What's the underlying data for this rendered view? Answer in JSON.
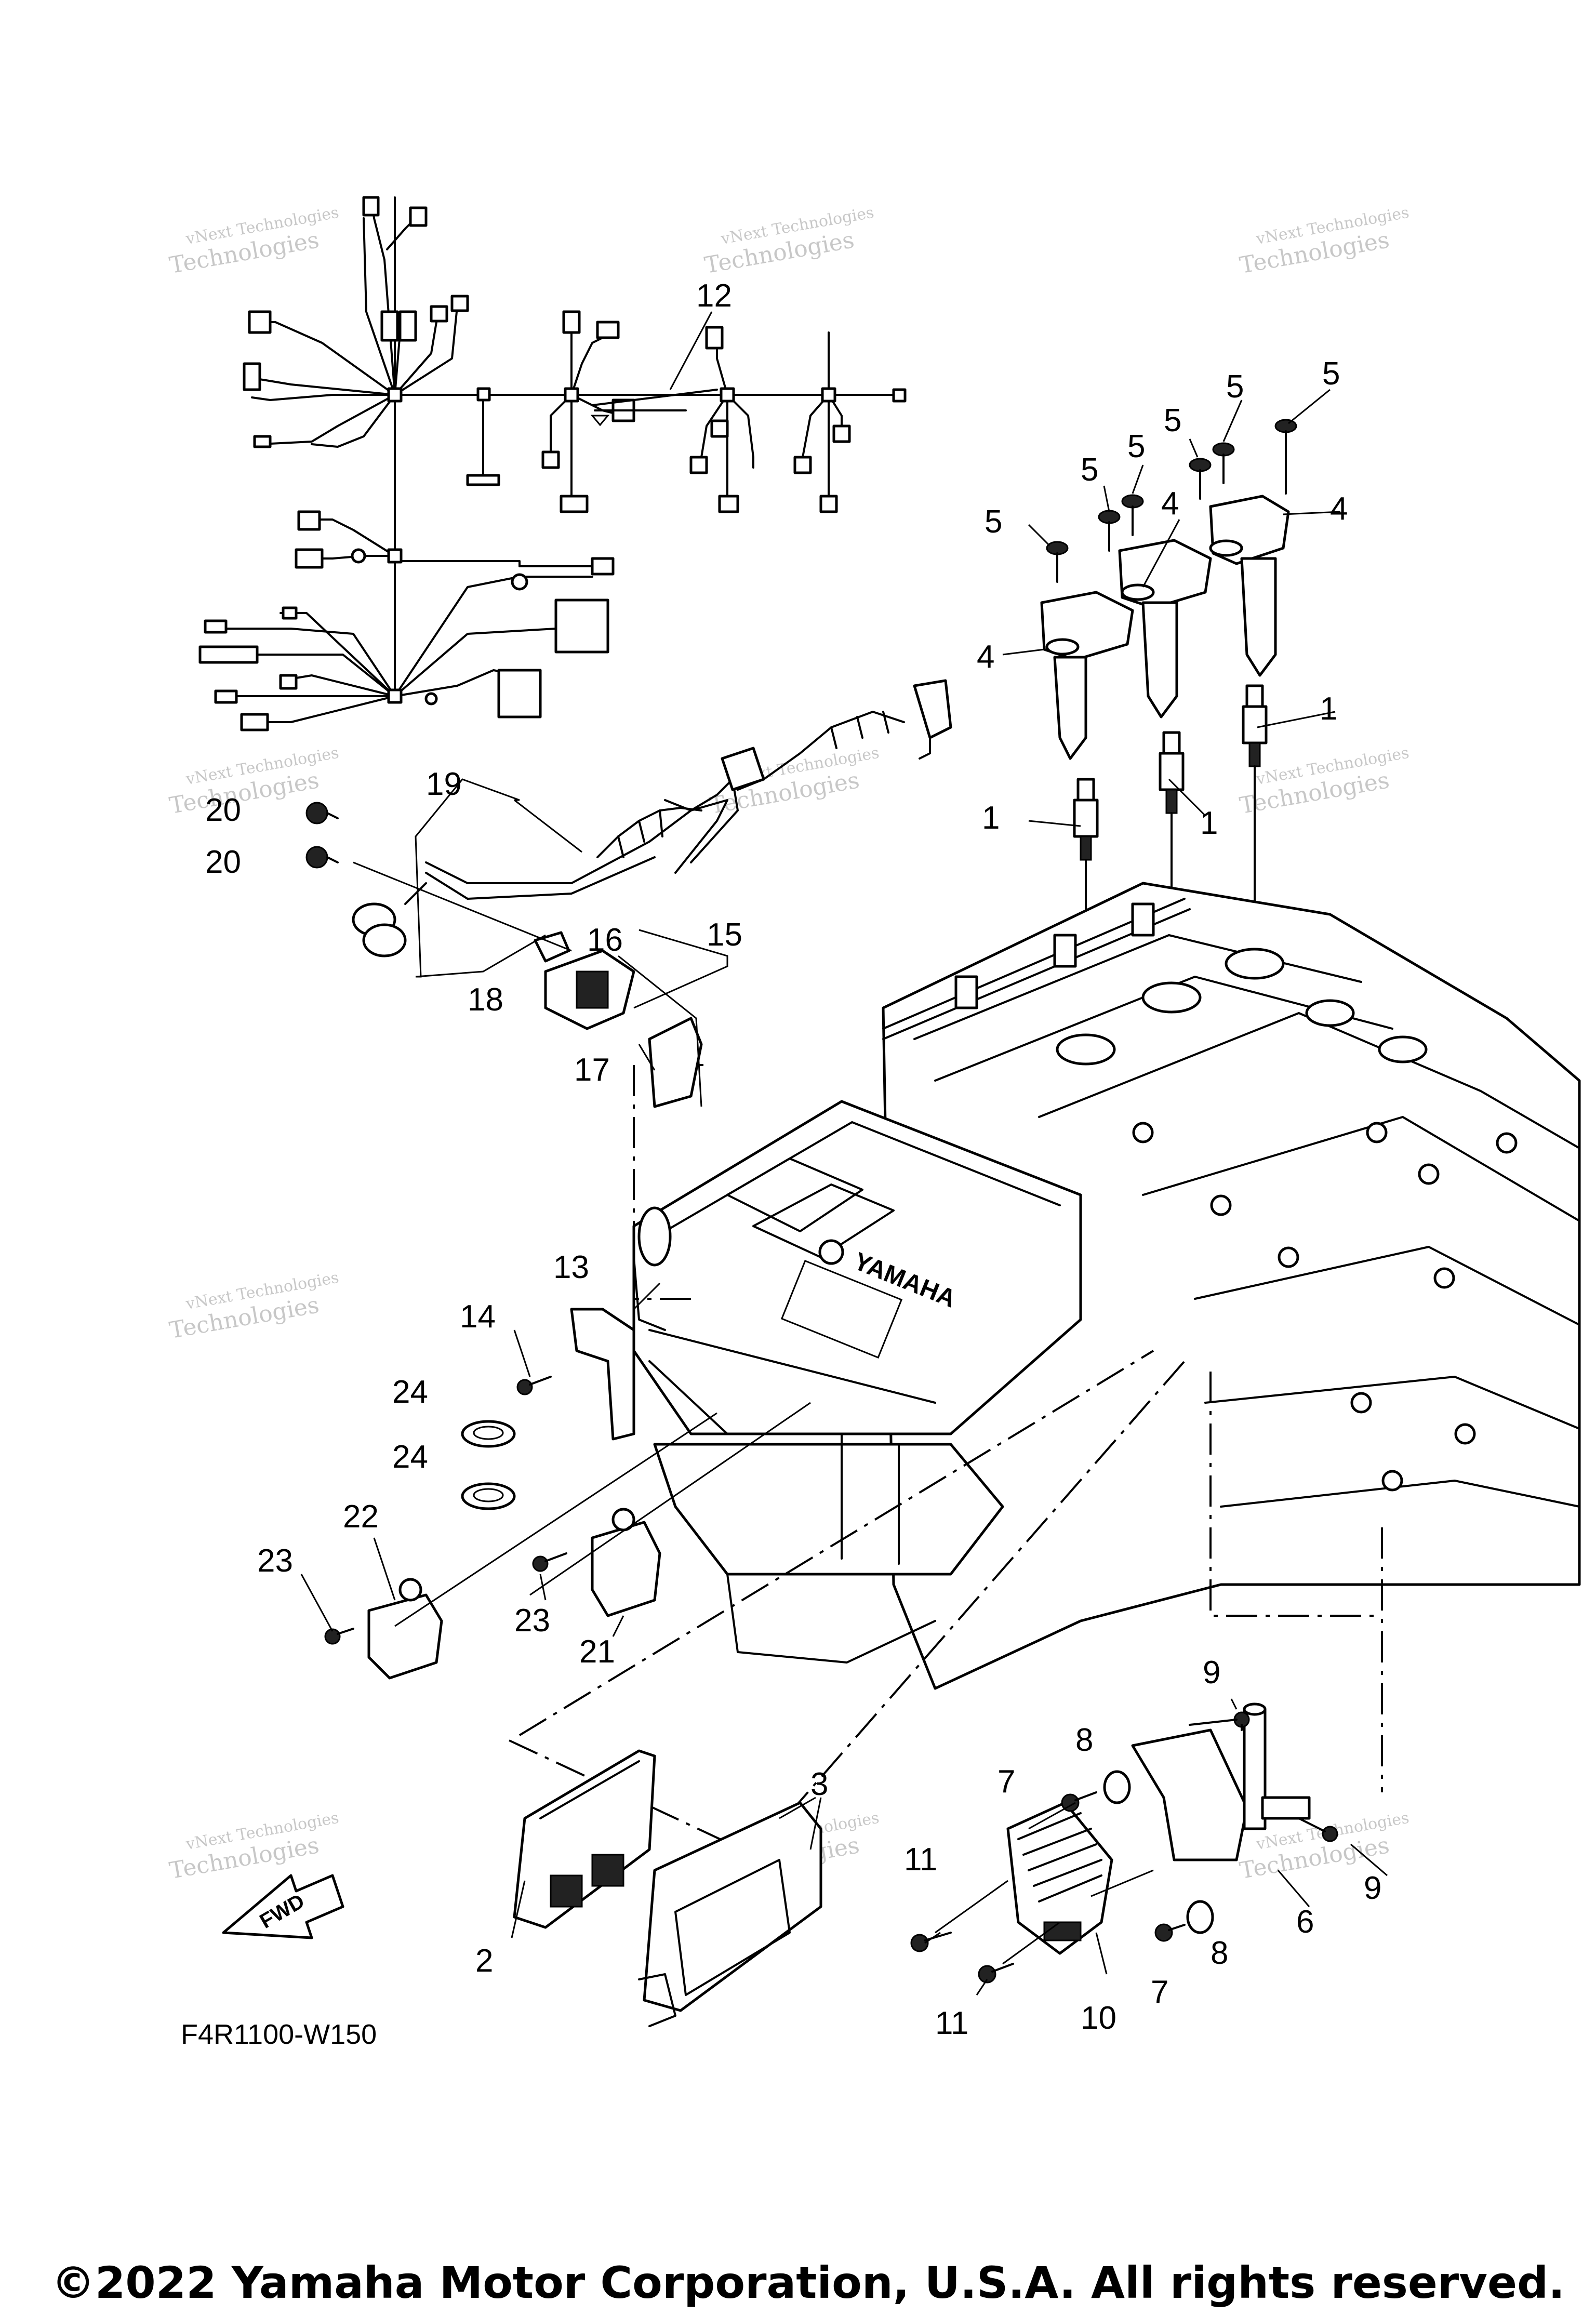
{
  "diagram_code": "F4R1100-W150",
  "copyright": "©2022 Yamaha Motor Corporation, U.S.A. All rights reserved.",
  "fwd_label": "FWD",
  "engine_text": {
    "brand": "YAMAHA"
  },
  "watermark": {
    "line1": "vNext Technologies",
    "line2": "Technologies"
  },
  "callouts": [
    {
      "id": "c1a",
      "label": "1"
    },
    {
      "id": "c1b",
      "label": "1"
    },
    {
      "id": "c1c",
      "label": "1"
    },
    {
      "id": "c2",
      "label": "2"
    },
    {
      "id": "c3",
      "label": "3"
    },
    {
      "id": "c4a",
      "label": "4"
    },
    {
      "id": "c4b",
      "label": "4"
    },
    {
      "id": "c4c",
      "label": "4"
    },
    {
      "id": "c5a",
      "label": "5"
    },
    {
      "id": "c5b",
      "label": "5"
    },
    {
      "id": "c5c",
      "label": "5"
    },
    {
      "id": "c5d",
      "label": "5"
    },
    {
      "id": "c5e",
      "label": "5"
    },
    {
      "id": "c5f",
      "label": "5"
    },
    {
      "id": "c6",
      "label": "6"
    },
    {
      "id": "c7a",
      "label": "7"
    },
    {
      "id": "c7b",
      "label": "7"
    },
    {
      "id": "c8a",
      "label": "8"
    },
    {
      "id": "c8b",
      "label": "8"
    },
    {
      "id": "c9a",
      "label": "9"
    },
    {
      "id": "c9b",
      "label": "9"
    },
    {
      "id": "c10",
      "label": "10"
    },
    {
      "id": "c11a",
      "label": "11"
    },
    {
      "id": "c11b",
      "label": "11"
    },
    {
      "id": "c12",
      "label": "12"
    },
    {
      "id": "c13",
      "label": "13"
    },
    {
      "id": "c14",
      "label": "14"
    },
    {
      "id": "c15",
      "label": "15"
    },
    {
      "id": "c16",
      "label": "16"
    },
    {
      "id": "c17",
      "label": "17"
    },
    {
      "id": "c18",
      "label": "18"
    },
    {
      "id": "c19",
      "label": "19"
    },
    {
      "id": "c20a",
      "label": "20"
    },
    {
      "id": "c20b",
      "label": "20"
    },
    {
      "id": "c21",
      "label": "21"
    },
    {
      "id": "c22",
      "label": "22"
    },
    {
      "id": "c23a",
      "label": "23"
    },
    {
      "id": "c23b",
      "label": "23"
    },
    {
      "id": "c24a",
      "label": "24"
    },
    {
      "id": "c24b",
      "label": "24"
    }
  ]
}
